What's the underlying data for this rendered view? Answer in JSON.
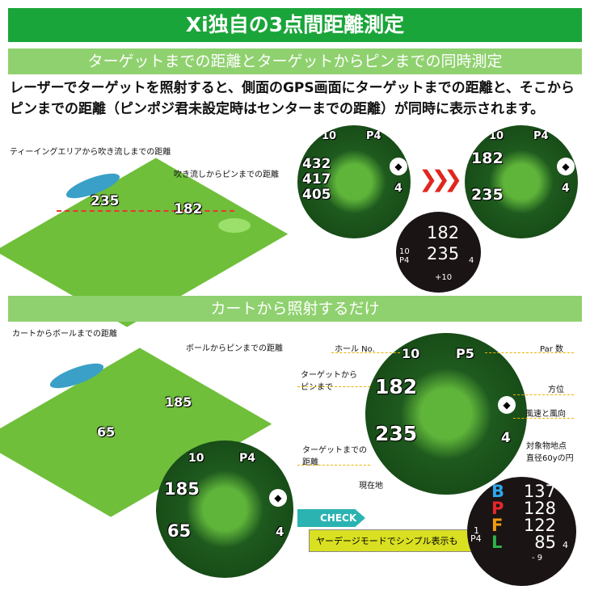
{
  "header": {
    "title": "Xi独自の3点間距離測定"
  },
  "section1": {
    "title": "ターゲットまでの距離とターゲットからピンまでの同時測定",
    "description": "レーザーでターゲットを照射すると、側面のGPS画面にターゲットまでの距離と、そこからピンまでの距離（ピンポジ君未設定時はセンターまでの距離）が同時に表示されます。",
    "illustration": {
      "label_tee": "ティーイングエリアから吹き流しまでの距離",
      "label_pin": "吹き流しからピンまでの距離",
      "dist_tee": "235",
      "dist_pin": "182"
    },
    "screen_before": {
      "hole": "10",
      "par": "P4",
      "d1": "432",
      "d2": "417",
      "d3": "405",
      "wind": "4"
    },
    "screen_after": {
      "hole": "10",
      "par": "P4",
      "d1": "182",
      "d2": "235",
      "wind": "4"
    },
    "screen_simple": {
      "hole": "10",
      "par": "P4",
      "d1": "182",
      "d2": "235",
      "wind": "4",
      "bottom": "+10"
    }
  },
  "section2": {
    "title": "カートから照射するだけ",
    "illustration": {
      "label_cart": "カートからボールまでの距離",
      "label_ball": "ボールからピンまでの距離",
      "dist_cart": "65",
      "dist_ball": "185"
    },
    "screen_small": {
      "hole": "10",
      "par": "P4",
      "d1": "185",
      "d2": "65",
      "wind": "4"
    },
    "screen_main": {
      "hole": "10",
      "par": "P5",
      "d1": "182",
      "d2": "235",
      "wind": "4"
    },
    "callouts": {
      "hole": "ホール No.",
      "par": "Par 数",
      "to_pin": "ターゲットから\nピンまで",
      "direction": "方位",
      "wind": "風速と風向",
      "to_target": "ターゲットまでの\n距離",
      "circle": "対象物地点\n直径60yの円",
      "current": "現在地"
    },
    "check": {
      "badge": "CHECK",
      "text": "ヤーデージモードでシンプル表示も"
    },
    "yardage": {
      "rows": [
        {
          "letter": "B",
          "value": "137",
          "color": "#2ea6ea"
        },
        {
          "letter": "P",
          "value": "128",
          "color": "#e8262a"
        },
        {
          "letter": "F",
          "value": "122",
          "color": "#f39c12"
        },
        {
          "letter": "L",
          "value": "85",
          "color": "#2db34a"
        }
      ],
      "hole": "1",
      "par": "P4",
      "wind": "4",
      "bottom": "- 9"
    }
  }
}
